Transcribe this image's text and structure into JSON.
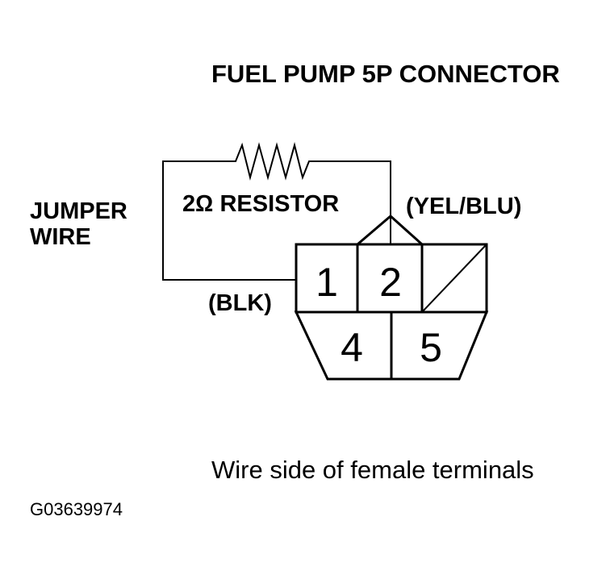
{
  "title": "FUEL PUMP 5P CONNECTOR",
  "jumper_label": {
    "line1": "JUMPER",
    "line2": "WIRE"
  },
  "resistor_label": "2Ω RESISTOR",
  "wire_colors": {
    "pin1": "(BLK)",
    "pin2": "(YEL/BLU)"
  },
  "connector": {
    "pins_top": [
      "1",
      "2"
    ],
    "pins_bottom": [
      "4",
      "5"
    ]
  },
  "caption": "Wire side of female terminals",
  "figure_code": "G03639974"
}
